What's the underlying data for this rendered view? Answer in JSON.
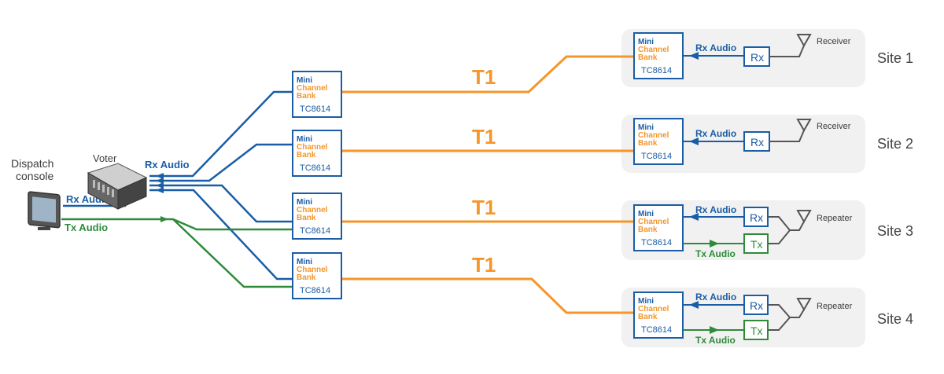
{
  "colors": {
    "audio_blue": "#1a5da6",
    "t1_orange": "#f5962a",
    "tx_green": "#2e8b3a",
    "site_panel": "#f1f1f1",
    "text_dark": "#3d3d3d",
    "mini_blue": "#1a5da6",
    "bank_orange": "#f5962a"
  },
  "left": {
    "console_label_line1": "Dispatch",
    "console_label_line2": "console",
    "voter_label": "Voter",
    "rx_audio_label": "Rx Audio",
    "console_rx_label": "Rx Audio",
    "console_tx_label": "Tx Audio"
  },
  "channel_bank": {
    "line1": "Mini",
    "line2": "Channel",
    "line3": "Bank",
    "model": "TC8614"
  },
  "t1_label": "T1",
  "sites": [
    {
      "name": "Site 1",
      "type_label": "Receiver",
      "rx_label": "Rx Audio",
      "rx_box": "Rx"
    },
    {
      "name": "Site 2",
      "type_label": "Receiver",
      "rx_label": "Rx Audio",
      "rx_box": "Rx"
    },
    {
      "name": "Site 3",
      "type_label": "Repeater",
      "rx_label": "Rx Audio",
      "rx_box": "Rx",
      "tx_label": "Tx Audio",
      "tx_box": "Tx"
    },
    {
      "name": "Site 4",
      "type_label": "Repeater",
      "rx_label": "Rx Audio",
      "rx_box": "Rx",
      "tx_label": "Tx Audio",
      "tx_box": "Tx"
    }
  ]
}
